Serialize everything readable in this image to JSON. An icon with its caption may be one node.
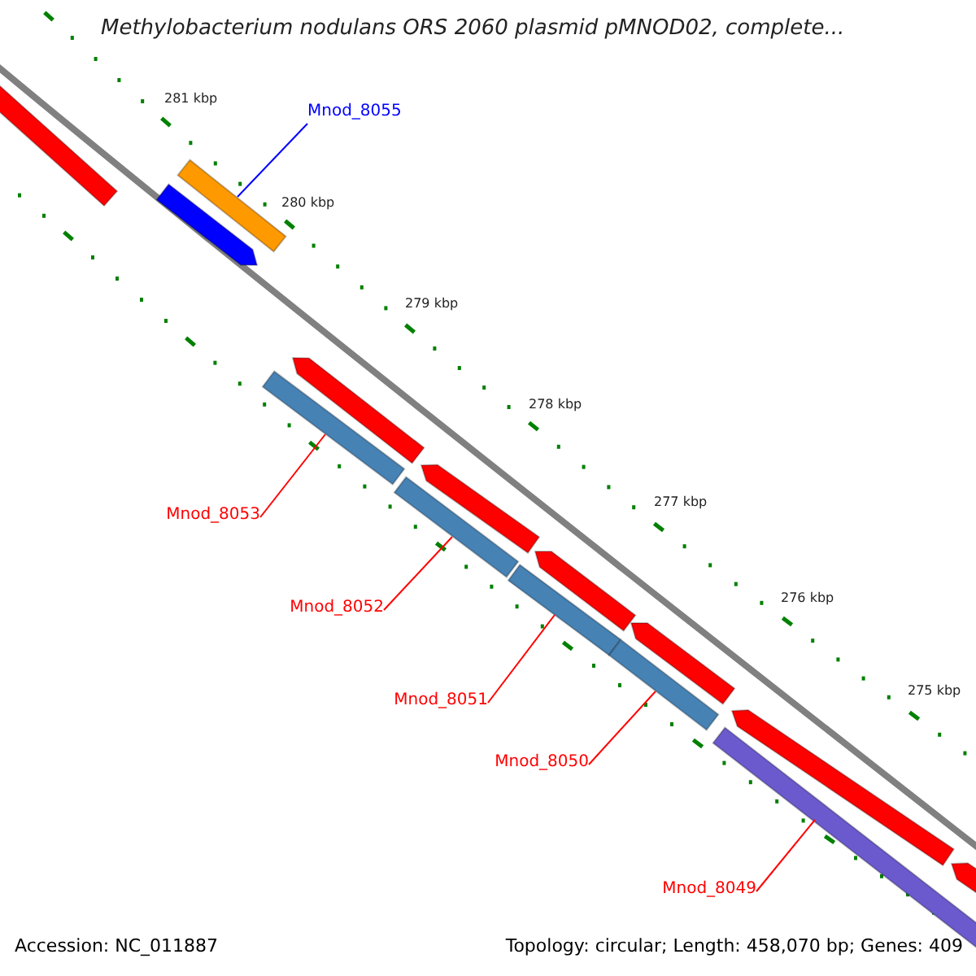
{
  "diagram": {
    "title": "Methylobacterium nodulans ORS 2060 plasmid pMNOD02, complete...",
    "nodes": [
      {
        "text": [
          "Mnod_8055"
        ]
      },
      {
        "text": [],
        "shape": "bar"
      },
      {
        "text": [],
        "shape": "bar"
      },
      {
        "text": [],
        "shape": "bar"
      },
      {
        "text": [
          "Mnod_8053"
        ]
      },
      {
        "text": [
          "Mnod_8052"
        ]
      },
      {
        "text": [
          "Mnod_8051"
        ]
      },
      {
        "text": [
          "Mnod_8050"
        ]
      },
      {
        "text": [
          "Mnod_8049"
        ]
      },
      {
        "text": [],
        "shape": "bar"
      },
      {
        "text": [],
        "shape": "bar"
      },
      {
        "text": [],
        "shape": "bar"
      },
      {
        "text": [],
        "shape": "bar"
      },
      {
        "text": [],
        "shape": "bar"
      },
      {
        "text": [],
        "shape": "bar"
      },
      {
        "text": [],
        "shape": "bar"
      },
      {
        "text": [],
        "shape": "bar"
      },
      {
        "text": [],
        "shape": "bar"
      },
      {
        "text": [],
        "shape": "bar"
      },
      {
        "text": [],
        "shape": "bar"
      }
    ],
    "edges": [
      {
        "from": 0,
        "to": 1,
        "arrow": "none",
        "color": "#0000ff"
      },
      {
        "from": 4,
        "to": 9,
        "arrow": "none"
      },
      {
        "from": 5,
        "to": 10,
        "arrow": "none"
      },
      {
        "from": 6,
        "to": 11,
        "arrow": "none"
      },
      {
        "from": 7,
        "to": 12,
        "arrow": "none"
      },
      {
        "from": 8,
        "to": 13,
        "arrow": "none"
      }
    ],
    "labels": [
      "281 kbp",
      "280 kbp",
      "279 kbp",
      "278 kbp",
      "277 kbp",
      "276 kbp",
      "275 kbp",
      "Accession: NC_011887",
      "Topology: circular; Length: 458,070 bp; Genes: 409"
    ]
  }
}
